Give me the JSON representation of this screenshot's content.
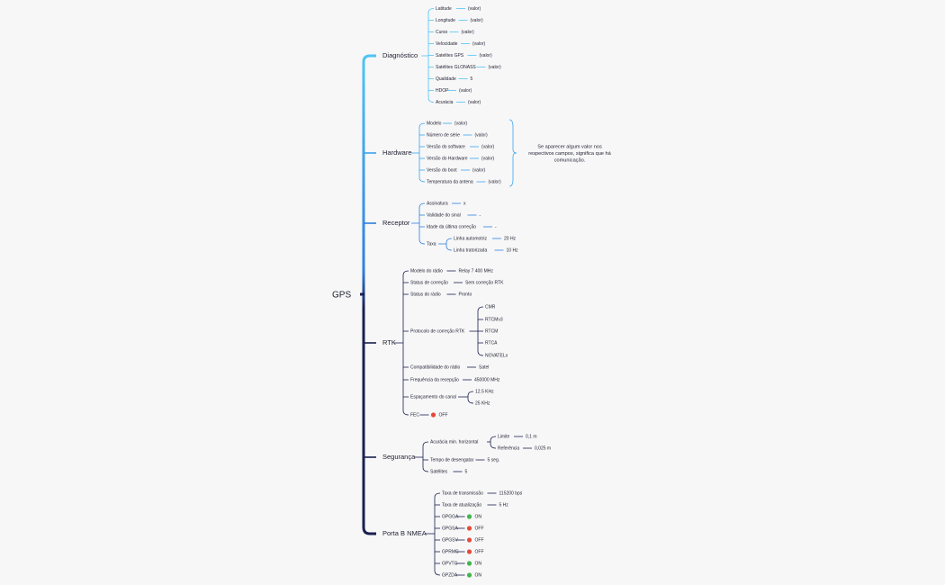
{
  "root": {
    "label": "GPS"
  },
  "colors": {
    "background": "#f7f7f8",
    "trunk_top": "#4fc3f7",
    "trunk_mid": "#2f7fe0",
    "trunk_bottom": "#1a2050",
    "status_on": "#43b54d",
    "status_off": "#e64a3a"
  },
  "branches": [
    {
      "id": "diagnostico",
      "label": "Diagnóstico",
      "items": [
        {
          "label": "Latitude",
          "value": "(valor)"
        },
        {
          "label": "Longitude",
          "value": "(valor)"
        },
        {
          "label": "Curso",
          "value": "(valor)"
        },
        {
          "label": "Velocidade",
          "value": "(valor)"
        },
        {
          "label": "Satelites GPS",
          "value": "(valor)"
        },
        {
          "label": "Satélites GLONASS",
          "value": "(valor)"
        },
        {
          "label": "Qualidade",
          "value": "5"
        },
        {
          "label": "HDOP",
          "value": "(valor)"
        },
        {
          "label": "Acurácia",
          "value": "(valor)"
        }
      ]
    },
    {
      "id": "hardware",
      "label": "Hardware",
      "items": [
        {
          "label": "Modelo",
          "value": "(valor)"
        },
        {
          "label": "Número de série",
          "value": "(valor)"
        },
        {
          "label": "Versão do software",
          "value": "(valor)"
        },
        {
          "label": "Versão do Hardware",
          "value": "(valor)"
        },
        {
          "label": "Versão do boot",
          "value": "(valor)"
        },
        {
          "label": "Temperatura da antena",
          "value": "(valor)"
        }
      ],
      "note": [
        "Se aparecer algum valor nos",
        "respectivos campos, significa que há",
        "comunicação."
      ]
    },
    {
      "id": "receptor",
      "label": "Receptor",
      "items": [
        {
          "label": "Assinatura",
          "value": "x"
        },
        {
          "label": "Validade do sinal",
          "value": "-"
        },
        {
          "label": "Idade da última correção",
          "value": "-"
        },
        {
          "label": "Taxa",
          "children": [
            {
              "label": "Linha automotriz",
              "value": "20 Hz"
            },
            {
              "label": "Linha tratorizada",
              "value": "10 Hz"
            }
          ]
        }
      ]
    },
    {
      "id": "rtk",
      "label": "RTK",
      "items": [
        {
          "label": "Modelo do rádio",
          "value": "Relay 7 400 MHz"
        },
        {
          "label": "Status de correção",
          "value": "Sem correção RTK"
        },
        {
          "label": "Status do rádio",
          "value": "Pronto"
        },
        {
          "label": "Protocolo de correção RTK",
          "children": [
            {
              "label": "CMR"
            },
            {
              "label": "RTCMv3"
            },
            {
              "label": "RTCM"
            },
            {
              "label": "RTCA"
            },
            {
              "label": "NOVATELx"
            }
          ]
        },
        {
          "label": "Compatibilidade do rádio",
          "value": "Satel"
        },
        {
          "label": "Frequência da recepção",
          "value": "450000 MHz"
        },
        {
          "label": "Espaçamento do canal",
          "children": [
            {
              "label": "12.5 KHz"
            },
            {
              "label": "25 KHz"
            }
          ]
        },
        {
          "label": "FEC",
          "status": "off",
          "value": "OFF"
        }
      ]
    },
    {
      "id": "seguranca",
      "label": "Segurança",
      "items": [
        {
          "label": "Acurácia min. horizontal",
          "children": [
            {
              "label": "Limite",
              "value": "0,1 m"
            },
            {
              "label": "Referência",
              "value": "0,025 m"
            }
          ]
        },
        {
          "label": "Tempo de desengatar",
          "value": "5 seg."
        },
        {
          "label": "Satélites",
          "value": "5"
        }
      ]
    },
    {
      "id": "porta-b-nmea",
      "label": "Porta B NMEA",
      "items": [
        {
          "label": "Taxa de transmissão",
          "value": "115200 bps"
        },
        {
          "label": "Taxa de atualização",
          "value": "5 Hz"
        },
        {
          "label": "GPGGA",
          "status": "on",
          "value": "ON"
        },
        {
          "label": "GPGSA",
          "status": "off",
          "value": "OFF"
        },
        {
          "label": "GPGSV",
          "status": "off",
          "value": "OFF"
        },
        {
          "label": "GPRMC",
          "status": "off",
          "value": "OFF"
        },
        {
          "label": "GPVTG",
          "status": "on",
          "value": "ON"
        },
        {
          "label": "GPZDA",
          "status": "on",
          "value": "ON"
        }
      ]
    }
  ]
}
